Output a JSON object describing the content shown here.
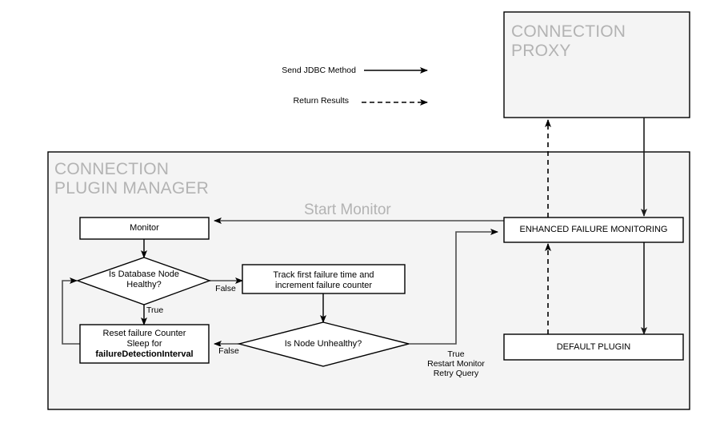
{
  "diagram": {
    "title_hidden": "",
    "legend": {
      "items": [
        {
          "label": "Send JDBC Method",
          "style": "solid-arrow"
        },
        {
          "label": "Return Results",
          "style": "dashed-arrow"
        }
      ]
    },
    "containers": [
      {
        "id": "connection-proxy",
        "label_line1": "CONNECTION",
        "label_line2": "PROXY"
      },
      {
        "id": "connection-plugin-manager",
        "label_line1": "CONNECTION",
        "label_line2": "PLUGIN MANAGER"
      }
    ],
    "nodes": [
      {
        "id": "monitor",
        "shape": "box",
        "label": "Monitor"
      },
      {
        "id": "is-database-node-healthy",
        "shape": "diamond",
        "label_line1": "Is Database Node",
        "label_line2": "Healthy?"
      },
      {
        "id": "track-failure",
        "shape": "box",
        "label_line1": "Track first failure time and",
        "label_line2": "increment failure counter"
      },
      {
        "id": "reset-failure-counter",
        "shape": "box",
        "label_line1": "Reset failure Counter",
        "label_line2": "Sleep for",
        "label_line3": "failureDetectionInterval"
      },
      {
        "id": "is-node-unhealthy",
        "shape": "diamond",
        "label": "Is Node Unhealthy?"
      },
      {
        "id": "enhanced-failure-monitoring",
        "shape": "box",
        "label": "ENHANCED FAILURE MONITORING"
      },
      {
        "id": "default-plugin",
        "shape": "box",
        "label": "DEFAULT PLUGIN"
      }
    ],
    "edge_labels": [
      {
        "id": "start-monitor",
        "text": "Start Monitor"
      },
      {
        "id": "healthy-false",
        "text": "False"
      },
      {
        "id": "healthy-true",
        "text": "True"
      },
      {
        "id": "unhealthy-false",
        "text": "False"
      },
      {
        "id": "unhealthy-true-line1",
        "text": "True"
      },
      {
        "id": "unhealthy-true-line2",
        "text": "Restart Monitor"
      },
      {
        "id": "unhealthy-true-line3",
        "text": "Retry Query"
      }
    ],
    "colors": {
      "panel_fill": "#f4f4f4",
      "panel_stroke": "#000000",
      "node_fill": "#ffffff",
      "node_stroke": "#000000",
      "edge_stroke": "#4d4d4d",
      "title_text": "#b3b3b3",
      "body_text": "#000000"
    }
  }
}
